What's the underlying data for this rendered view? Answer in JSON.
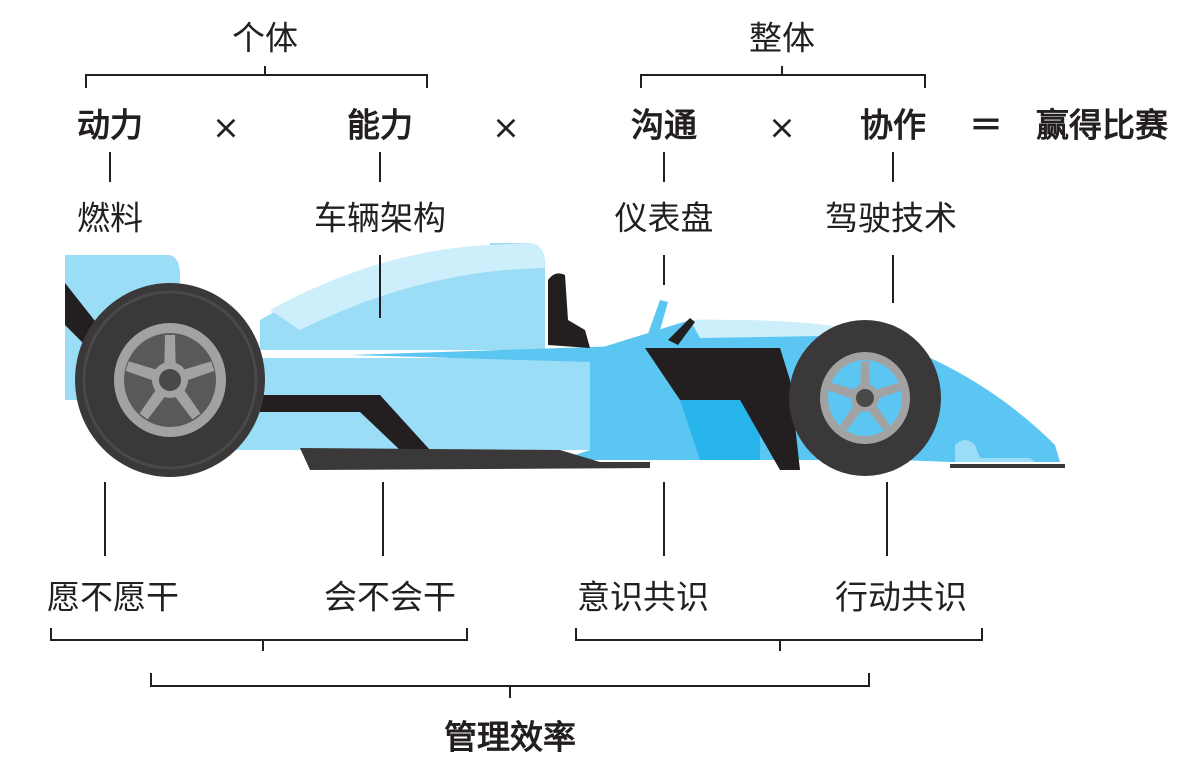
{
  "top": {
    "individual": "个体",
    "whole": "整体",
    "factors": [
      "动力",
      "能力",
      "沟通",
      "协作"
    ],
    "times": "×",
    "equals": "＝",
    "result": "赢得比赛"
  },
  "car_parts": [
    "燃料",
    "车辆架构",
    "仪表盘",
    "驾驶技术"
  ],
  "bottom": {
    "labels": [
      "愿不愿干",
      "会不会干",
      "意识共识",
      "行动共识"
    ],
    "summary": "管理效率"
  },
  "colors": {
    "body_light": "#9bdcf6",
    "body_mid": "#5bc6f1",
    "body_dark": "#27b4ea",
    "tire": "#3a3839",
    "rim": "#a3a2a3",
    "black": "#231f20"
  }
}
